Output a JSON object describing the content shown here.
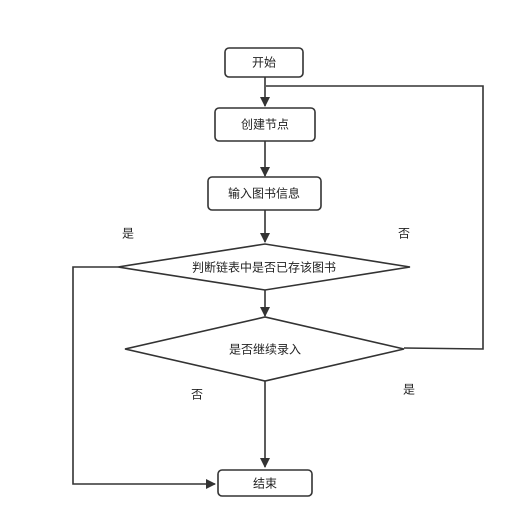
{
  "diagram": {
    "nodes": {
      "start": "开始",
      "create_node": "创建节点",
      "input_book": "输入图书信息",
      "check_exists": "判断链表中是否已存该图书",
      "continue_input": "是否继续录入",
      "end": "结束"
    },
    "edge_labels": {
      "exists_yes": "是",
      "exists_no": "否",
      "continue_no": "否",
      "continue_yes": "是"
    }
  },
  "colors": {
    "stroke": "#333333",
    "fill": "#ffffff",
    "text": "#222222"
  }
}
